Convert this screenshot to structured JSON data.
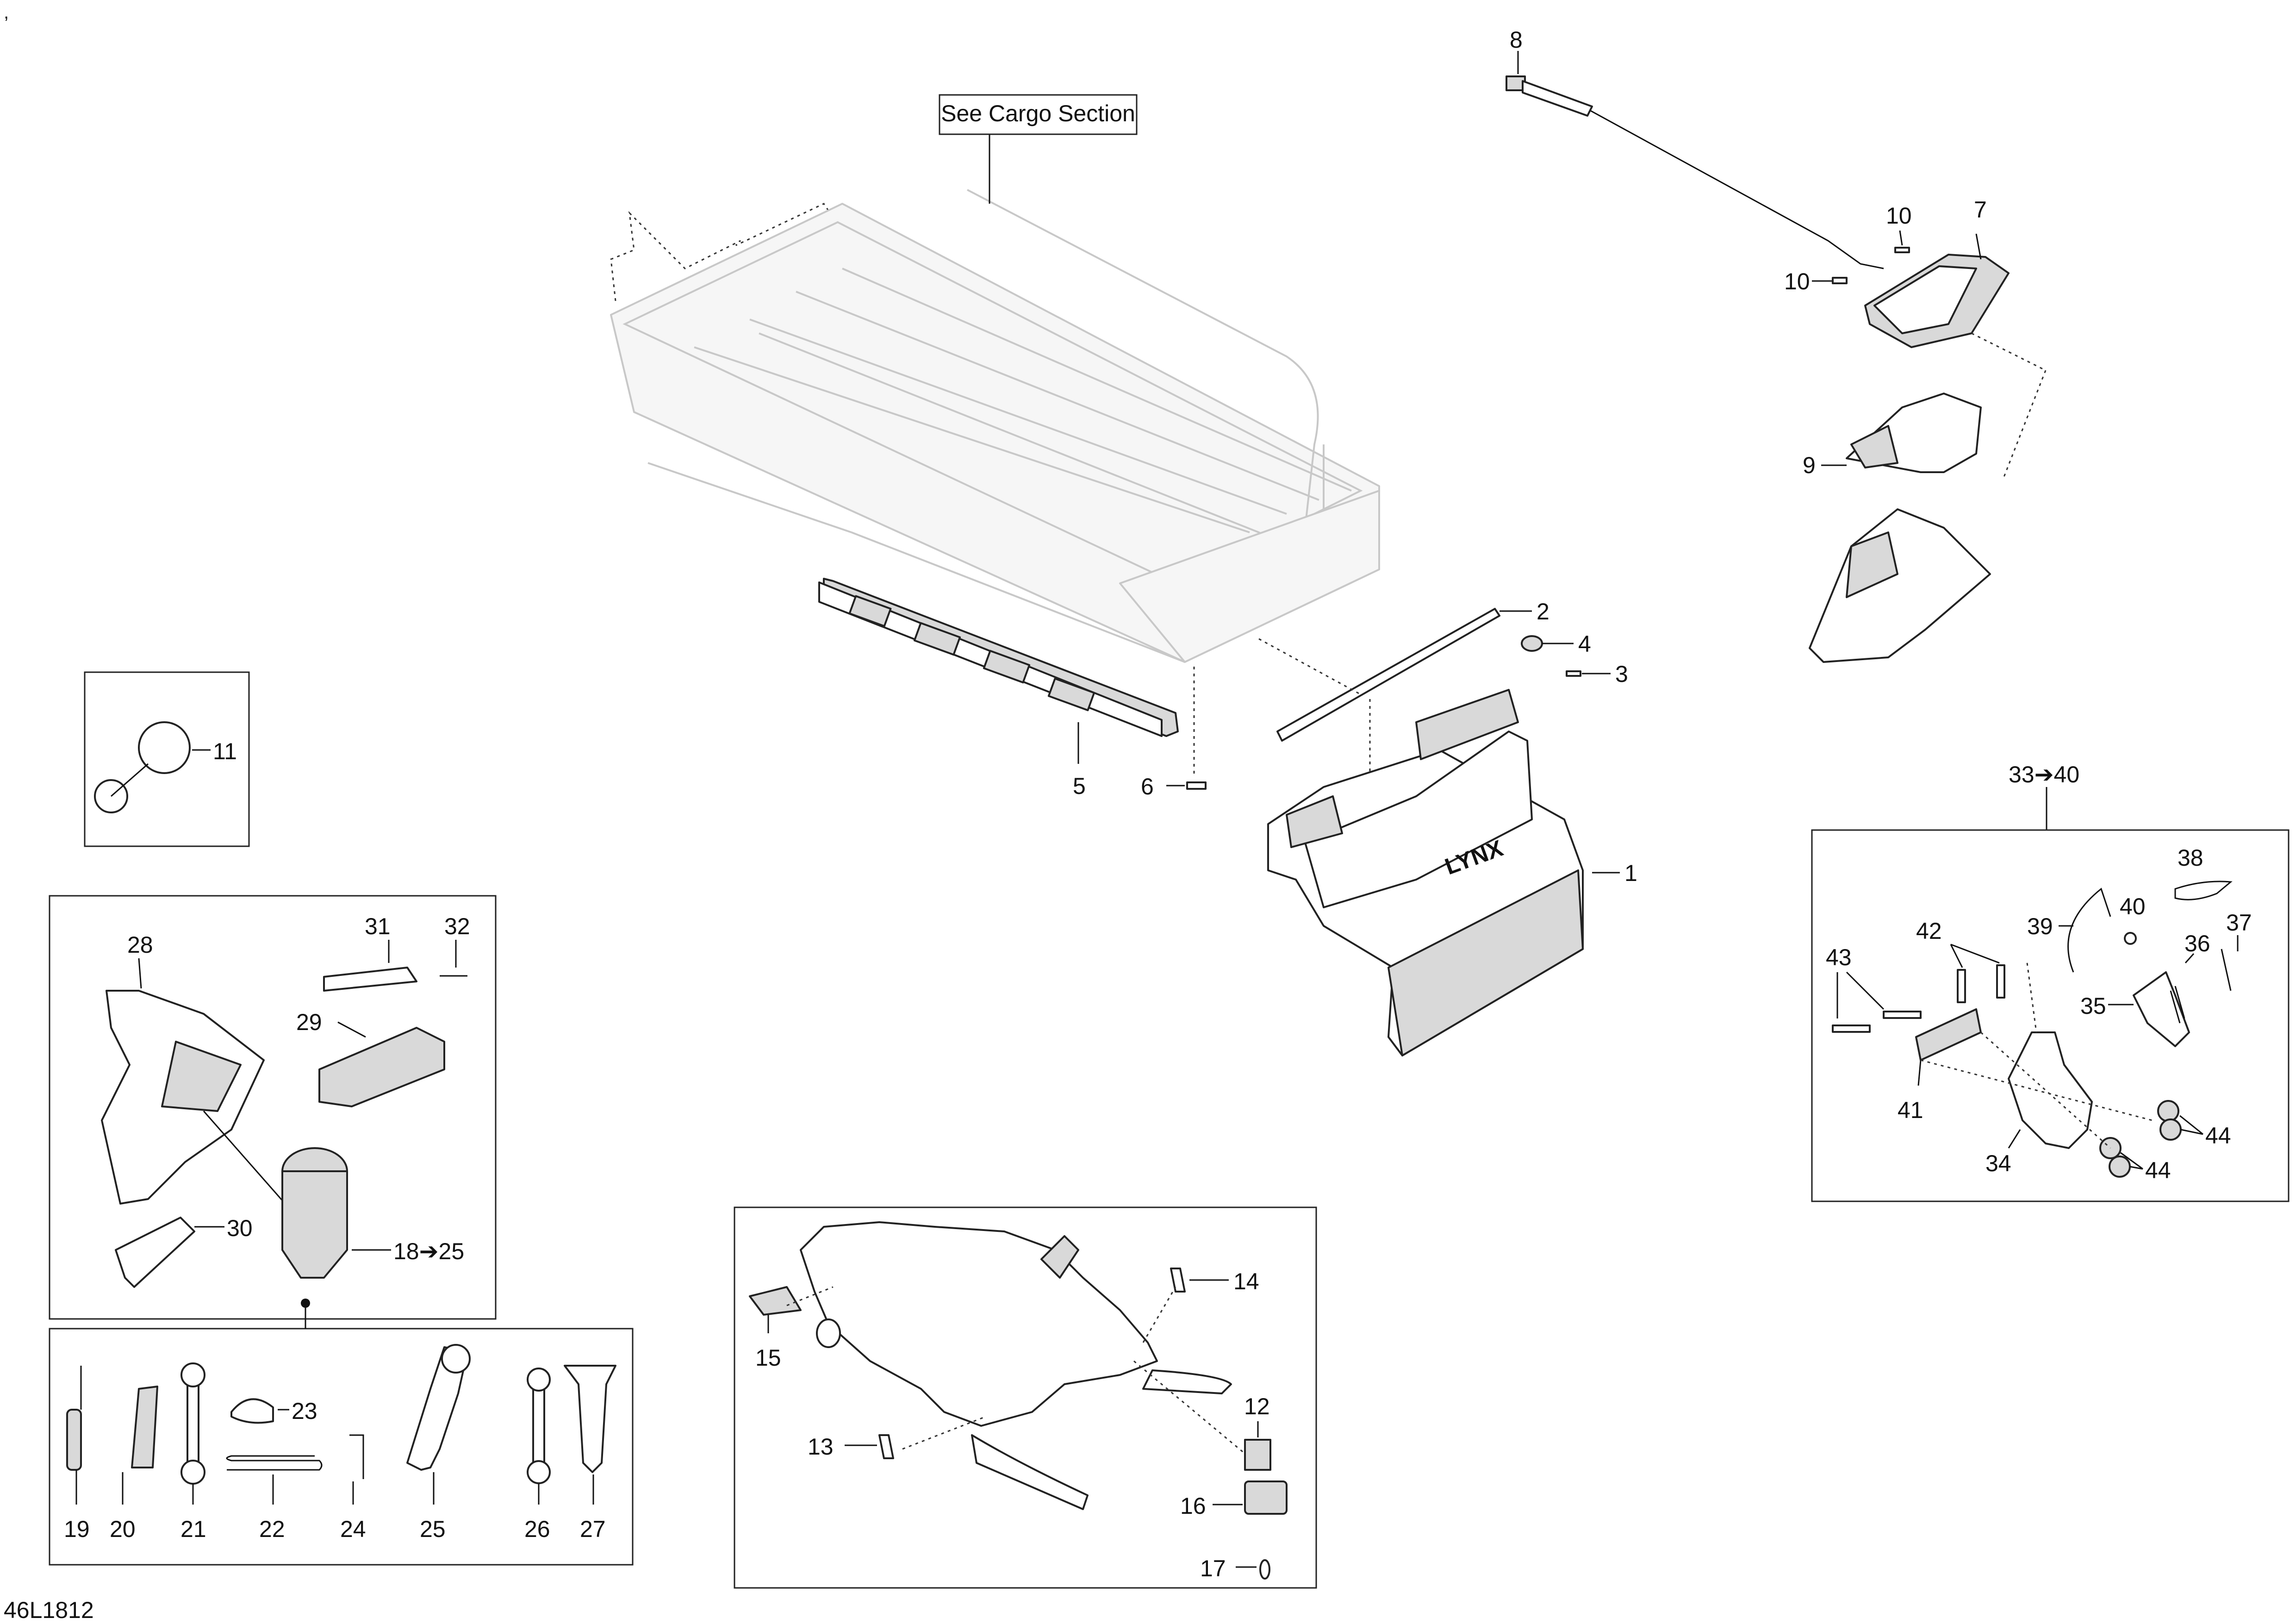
{
  "drawing": {
    "corner_mark": ",",
    "drawing_code": "46L1812",
    "cargo_note": "See Cargo Section"
  },
  "callouts": {
    "c1": "1",
    "c2": "2",
    "c3": "3",
    "c4": "4",
    "c5": "5",
    "c6": "6",
    "c7": "7",
    "c8": "8",
    "c9": "9",
    "c10a": "10",
    "c10b": "10",
    "c11": "11",
    "c12": "12",
    "c13": "13",
    "c14": "14",
    "c15": "15",
    "c16": "16",
    "c17": "17",
    "c18_25": "18➔25",
    "c19": "19",
    "c20": "20",
    "c21": "21",
    "c22": "22",
    "c23": "23",
    "c24": "24",
    "c25": "25",
    "c26": "26",
    "c27": "27",
    "c28": "28",
    "c29": "29",
    "c30": "30",
    "c31": "31",
    "c32": "32",
    "c33_40": "33➔40",
    "c34": "34",
    "c35": "35",
    "c36": "36",
    "c37": "37",
    "c38": "38",
    "c39": "39",
    "c40": "40",
    "c41": "41",
    "c42": "42",
    "c43": "43",
    "c44a": "44",
    "c44b": "44"
  },
  "mudflap_logo": "LYNX"
}
